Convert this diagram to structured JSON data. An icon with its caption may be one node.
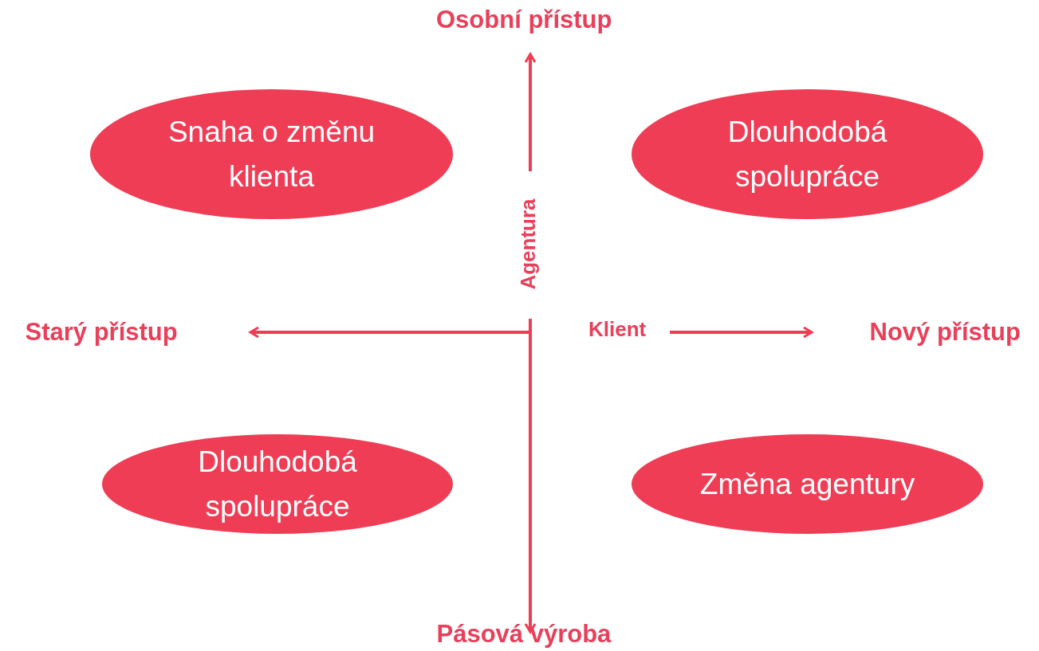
{
  "diagram": {
    "nodes": [
      {
        "text": [
          "Snaha o změnu klienta"
        ]
      },
      {
        "text": [
          "Dlouhodobá spolupráce"
        ]
      },
      {
        "text": [
          "Dlouhodobá spolupráce"
        ]
      },
      {
        "text": [
          "Změna agentury"
        ]
      }
    ],
    "labels": [
      "Osobní přístup",
      "Agentura",
      "Starý přístup",
      "Klient",
      "Nový přístup",
      "Pásová výroba"
    ]
  }
}
